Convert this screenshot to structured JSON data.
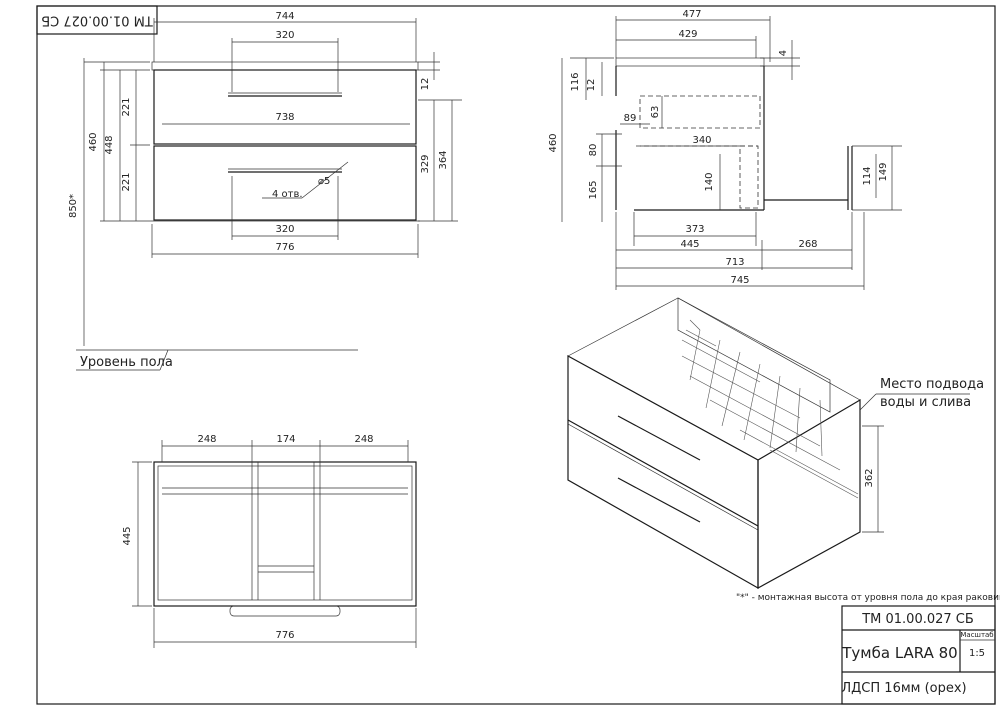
{
  "doc_code": "ТМ 01.00.027 СБ",
  "title_block": {
    "code": "ТМ 01.00.027 СБ",
    "product": "Тумба LARA 80",
    "scale_label": "Масштаб",
    "scale_value": "1:5",
    "material": "ЛДСП 16мм (орех)"
  },
  "front_view": {
    "dims": {
      "top_width": "744",
      "handle_top": "320",
      "inner_width": "738",
      "handle_bottom": "320",
      "total_width": "776",
      "h460": "460",
      "h448": "448",
      "h221_top": "221",
      "h221_bottom": "221",
      "h850": "850*",
      "gap12": "12",
      "h329": "329",
      "h364": "364",
      "holes": "4 отв.",
      "dia": "⌀5"
    },
    "floor_label": "Уровень пола"
  },
  "side_view": {
    "dims": {
      "d477": "477",
      "d429": "429",
      "d4": "4",
      "d116": "116",
      "d12": "12",
      "d89": "89",
      "d63": "63",
      "d340": "340",
      "d460": "460",
      "d80": "80",
      "d165": "165",
      "d140": "140",
      "d114": "114",
      "d149": "149",
      "d373": "373",
      "d445": "445",
      "d268": "268",
      "d713": "713",
      "d745": "745"
    }
  },
  "top_view": {
    "dims": {
      "w248a": "248",
      "w174": "174",
      "w248b": "248",
      "depth445": "445",
      "width776": "776"
    }
  },
  "iso_view": {
    "callout": [
      "Место подвода",
      "воды и слива"
    ],
    "dim362": "362"
  },
  "footnote": "\"*\" - монтажная высота от уровня пола до края раковины"
}
